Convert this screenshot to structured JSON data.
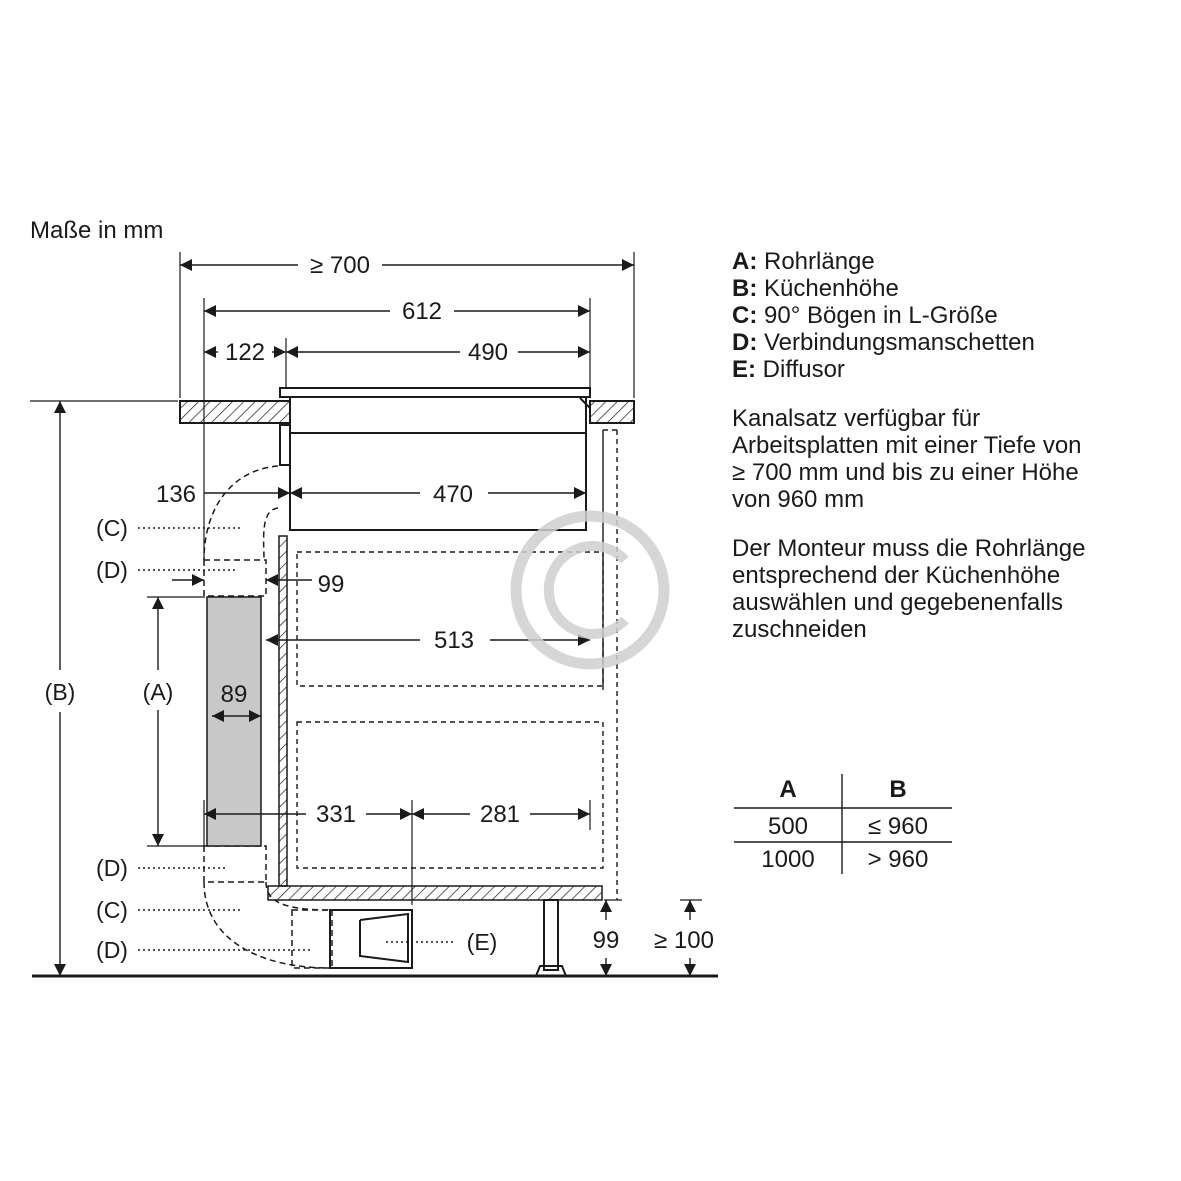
{
  "title": "Maße in mm",
  "dimensions": {
    "overall_depth": "≥ 700",
    "appliance_depth": "612",
    "left_offset": "122",
    "inner_depth": "490",
    "duct_offset": "136",
    "housing_depth": "470",
    "gap": "99",
    "cabinet_depth": "513",
    "duct_width": "89",
    "front_part": "331",
    "rear_part": "281",
    "plinth_height": "99",
    "plinth_min": "≥ 100"
  },
  "callouts": {
    "A": "(A)",
    "B": "(B)",
    "C": "(C)",
    "D": "(D)",
    "E": "(E)"
  },
  "legend": [
    {
      "key": "A:",
      "text": "Rohrlänge"
    },
    {
      "key": "B:",
      "text": "Küchenhöhe"
    },
    {
      "key": "C:",
      "text": "90° Bögen in L-Größe"
    },
    {
      "key": "D:",
      "text": "Verbindungsmanschetten"
    },
    {
      "key": "E:",
      "text": "Diffusor"
    }
  ],
  "note1": [
    "Kanalsatz verfügbar für",
    "Arbeitsplatten mit einer Tiefe von",
    "≥ 700 mm und bis zu einer Höhe",
    "von 960 mm"
  ],
  "note2": [
    "Der Monteur muss die Rohrlänge",
    "entsprechend der Küchenhöhe",
    "auswählen und gegebenenfalls",
    "zuschneiden"
  ],
  "table": {
    "headers": [
      "A",
      "B"
    ],
    "rows": [
      [
        "500",
        "≤ 960"
      ],
      [
        "1000",
        "> 960"
      ]
    ]
  }
}
